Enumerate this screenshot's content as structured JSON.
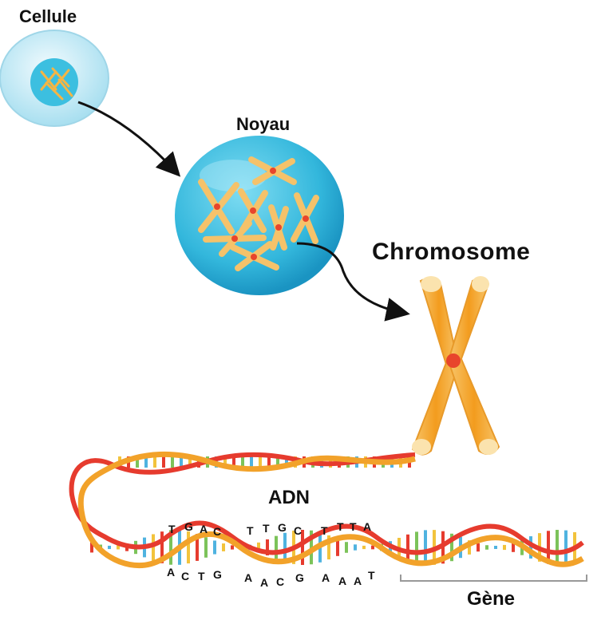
{
  "labels": {
    "cell": "Cellule",
    "nucleus": "Noyau",
    "chromosome": "Chromosome",
    "dna": "ADN",
    "gene": "Gène"
  },
  "bases": {
    "top": [
      "T",
      "G",
      "A",
      "C",
      "T",
      "T",
      "G",
      "C",
      "T",
      "T",
      "T",
      "A"
    ],
    "bottom": [
      "A",
      "C",
      "T",
      "G",
      "A",
      "A",
      "C",
      "G",
      "A",
      "A",
      "A",
      "T"
    ]
  },
  "colors": {
    "cell_fill": "#d6f1f9",
    "nucleus_fill": "#3cbfe0",
    "chromosome_fill": "#f5b544",
    "centromere": "#e8452c",
    "dna_red": "#e63b2e",
    "dna_orange": "#f2a22a",
    "arrow": "#111111"
  }
}
